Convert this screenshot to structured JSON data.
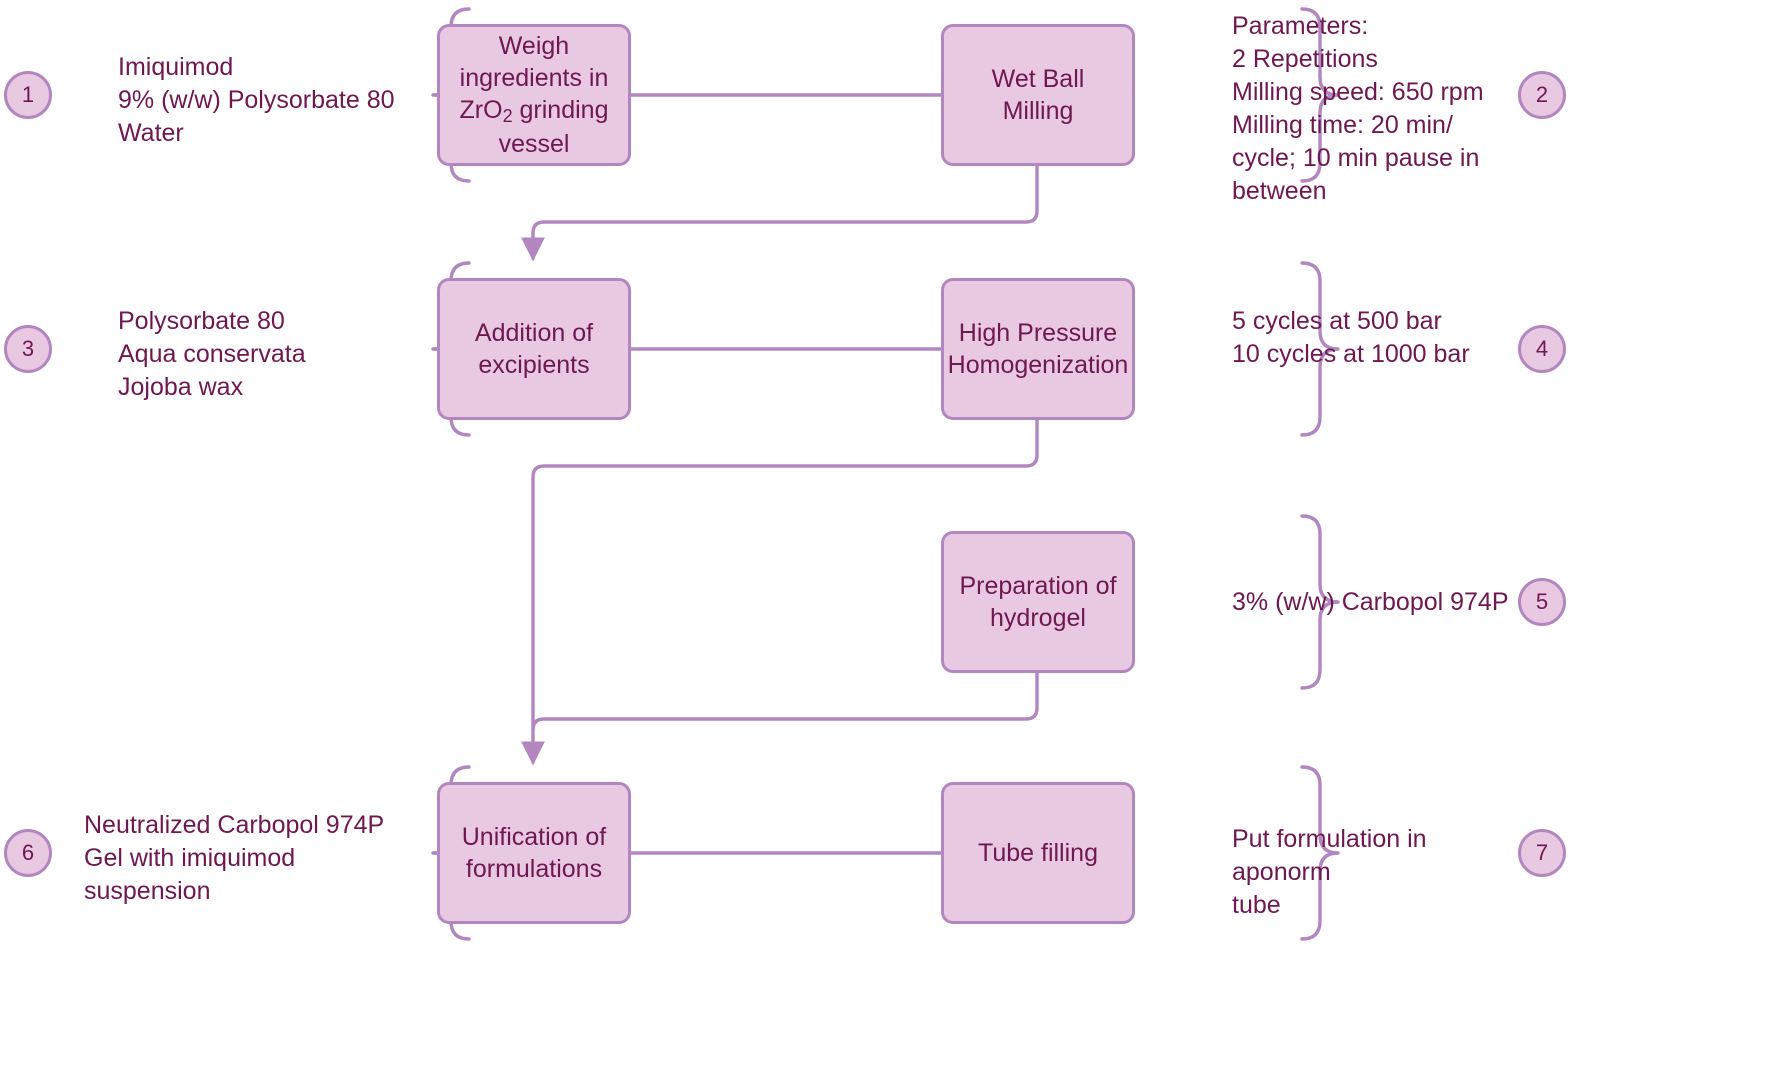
{
  "diagram": {
    "title": "Imiquimod nanosuspension hydrogel manufacturing process",
    "colors": {
      "node_fill": "#e9c9e2",
      "node_border": "#b287bf",
      "text": "#6d1850",
      "connector": "#b287bf",
      "background": "#ffffff"
    },
    "nodes": [
      {
        "id": "weigh",
        "label_line1": "Weigh",
        "label_line2": "ingredients in",
        "label_line3_pre": "ZrO",
        "label_line3_sub": "2",
        "label_line3_post": " grinding",
        "label_line4": "vessel"
      },
      {
        "id": "milling",
        "label": "Wet Ball Milling"
      },
      {
        "id": "excipients",
        "label": "Addition of\nexcipients"
      },
      {
        "id": "homogenize",
        "label": "High Pressure\nHomogenization"
      },
      {
        "id": "hydrogel",
        "label": "Preparation of\nhydrogel"
      },
      {
        "id": "unification",
        "label": "Unification of\nformulations"
      },
      {
        "id": "tube",
        "label": "Tube filling"
      }
    ],
    "annotations": [
      {
        "id": "ann-1",
        "badge": "1",
        "side": "left",
        "text": "Imiquimod\n9% (w/w) Polysorbate 80\nWater"
      },
      {
        "id": "ann-2",
        "badge": "2",
        "side": "right",
        "text": "Parameters:\n2 Repetitions\nMilling speed: 650 rpm\nMilling time: 20 min/\ncycle; 10 min pause in\nbetween"
      },
      {
        "id": "ann-3",
        "badge": "3",
        "side": "left",
        "text": "Polysorbate 80\nAqua conservata\nJojoba wax"
      },
      {
        "id": "ann-4",
        "badge": "4",
        "side": "right",
        "text": "5 cycles at 500 bar\n10 cycles at 1000 bar"
      },
      {
        "id": "ann-5",
        "badge": "5",
        "side": "right",
        "text": "3% (w/w) Carbopol 974P"
      },
      {
        "id": "ann-6",
        "badge": "6",
        "side": "left",
        "text": "Neutralized Carbopol 974P\nGel with imiquimod\nsuspension"
      },
      {
        "id": "ann-7",
        "badge": "7",
        "side": "right",
        "text": "Put formulation in aponorm\ntube"
      }
    ]
  }
}
